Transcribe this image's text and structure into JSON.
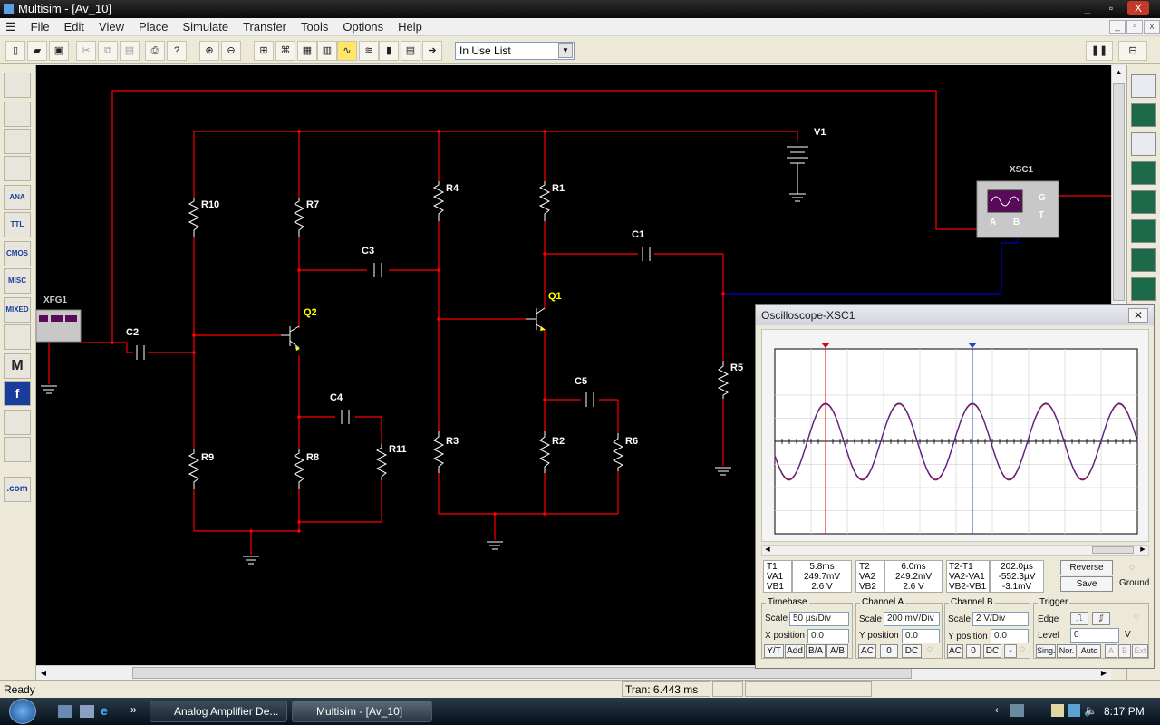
{
  "window": {
    "title": "Multisim - [Av_10]",
    "buttons": [
      "_",
      "▫",
      "X"
    ]
  },
  "menu": [
    "File",
    "Edit",
    "View",
    "Place",
    "Simulate",
    "Transfer",
    "Tools",
    "Options",
    "Help"
  ],
  "toolbar": {
    "in_use_list": "In Use List"
  },
  "left_toolbar": [
    "",
    "",
    "",
    "",
    "ANA",
    "TTL",
    "CMOS",
    "MISC",
    "MIXED",
    "",
    "M",
    "f",
    "",
    "",
    ".com"
  ],
  "schematic": {
    "labels": {
      "v1": "V1",
      "xsc1": "XSC1",
      "xfg1": "XFG1",
      "r10": "R10",
      "r7": "R7",
      "r4": "R4",
      "r1": "R1",
      "r9": "R9",
      "r8": "R8",
      "r11": "R11",
      "r3": "R3",
      "r2": "R2",
      "r6": "R6",
      "r5": "R5",
      "c1": "C1",
      "c2": "C2",
      "c3": "C3",
      "c4": "C4",
      "c5": "C5",
      "q1": "Q1",
      "q2": "Q2",
      "scope_g": "G",
      "scope_t": "T",
      "scope_a": "A",
      "scope_b": "B"
    },
    "wire_color": "#ff0000",
    "probe_color": "#0000ff"
  },
  "oscilloscope": {
    "title": "Oscilloscope-XSC1",
    "readout": {
      "t1": {
        "label": "T1",
        "time": "5.8ms",
        "va_label": "VA1",
        "va": "249.7mV",
        "vb_label": "VB1",
        "vb": "2.6 V"
      },
      "t2": {
        "label": "T2",
        "time": "6.0ms",
        "va_label": "VA2",
        "va": "249.2mV",
        "vb_label": "VB2",
        "vb": "2.6 V"
      },
      "delta": {
        "label": "T2-T1",
        "time": "202.0µs",
        "va_label": "VA2-VA1",
        "va": "-552.3µV",
        "vb_label": "VB2-VB1",
        "vb": "-3.1mV"
      }
    },
    "reverse": "Reverse",
    "save": "Save",
    "ground": "Ground",
    "timebase": {
      "title": "Timebase",
      "scale_label": "Scale",
      "scale": "50 µs/Div",
      "xpos_label": "X position",
      "xpos": "0.0",
      "modes": [
        "Y/T",
        "Add",
        "B/A",
        "A/B"
      ]
    },
    "channel_a": {
      "title": "Channel A",
      "scale_label": "Scale",
      "scale": "200 mV/Div",
      "ypos_label": "Y position",
      "ypos": "0.0",
      "coupling": [
        "AC",
        "0",
        "DC"
      ]
    },
    "channel_b": {
      "title": "Channel B",
      "scale_label": "Scale",
      "scale": "2 V/Div",
      "ypos_label": "Y position",
      "ypos": "0.0",
      "coupling": [
        "AC",
        "0",
        "DC",
        "-"
      ]
    },
    "trigger": {
      "title": "Trigger",
      "edge_label": "Edge",
      "level_label": "Level",
      "level": "0",
      "unit": "V",
      "modes": [
        "Sing.",
        "Nor.",
        "Auto"
      ],
      "ext": [
        "A",
        "B",
        "Ext"
      ]
    }
  },
  "status": {
    "left": "Ready",
    "tran": "Tran: 6.443 ms"
  },
  "taskbar": {
    "tasks": [
      "Analog Amplifier De...",
      "Multisim - [Av_10]"
    ],
    "time": "8:17 PM"
  }
}
